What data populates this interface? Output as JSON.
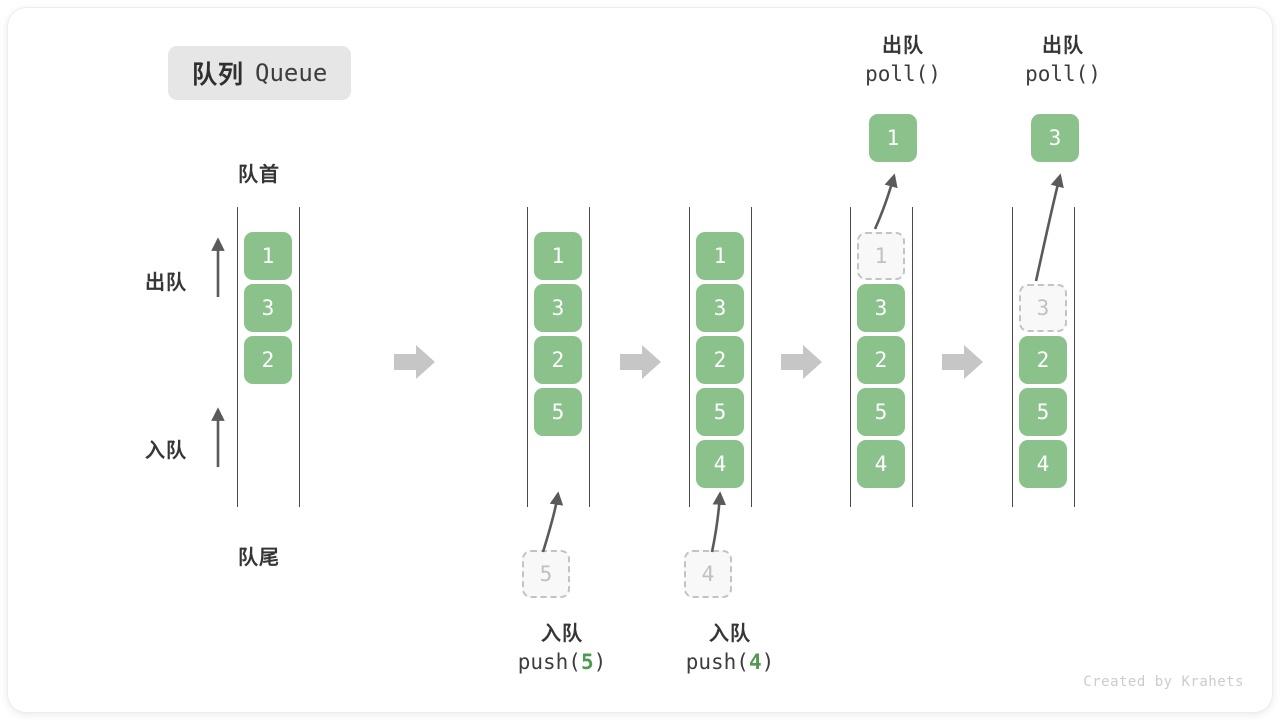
{
  "title": {
    "cn": "队列",
    "en": "Queue"
  },
  "credit": "Created by Krahets",
  "labels": {
    "head": "队首",
    "tail": "队尾",
    "dequeue_cn": "出队",
    "enqueue_cn": "入队"
  },
  "colors": {
    "cell_fill": "#8bc28c",
    "cell_text": "#ffffff",
    "ghost_fill": "#f8f8f8",
    "ghost_border": "#c3c3c3",
    "ghost_text": "#c0c0c0",
    "rail": "#4a4a4a",
    "arrow": "#5a5a5a",
    "separator_arrow": "#c6c6c6",
    "badge_bg": "#e6e6e6",
    "accent_green": "#4f9a50"
  },
  "operations": [
    {
      "name": "enqueue-5",
      "cn": "入队",
      "code_prefix": "push(",
      "arg": "5",
      "code_suffix": ")"
    },
    {
      "name": "enqueue-4",
      "cn": "入队",
      "code_prefix": "push(",
      "arg": "4",
      "code_suffix": ")"
    },
    {
      "name": "dequeue-1",
      "cn": "出队",
      "code_prefix": "poll(",
      "arg": "",
      "code_suffix": ")"
    },
    {
      "name": "dequeue-3",
      "cn": "出队",
      "code_prefix": "poll(",
      "arg": "",
      "code_suffix": ")"
    }
  ],
  "columns": [
    {
      "name": "initial-queue",
      "cells": [
        "1",
        "3",
        "2"
      ],
      "ghost_index": null,
      "incoming": null,
      "popped": null
    },
    {
      "name": "after-push-5",
      "cells": [
        "1",
        "3",
        "2",
        "5"
      ],
      "ghost_index": null,
      "incoming": "5",
      "popped": null
    },
    {
      "name": "after-push-4",
      "cells": [
        "1",
        "3",
        "2",
        "5",
        "4"
      ],
      "ghost_index": null,
      "incoming": "4",
      "popped": null
    },
    {
      "name": "after-poll-1",
      "cells": [
        "1",
        "3",
        "2",
        "5",
        "4"
      ],
      "ghost_index": 0,
      "incoming": null,
      "popped": "1"
    },
    {
      "name": "after-poll-3",
      "cells": [
        "3",
        "2",
        "5",
        "4"
      ],
      "ghost_index": 0,
      "incoming": null,
      "popped": "3"
    }
  ]
}
